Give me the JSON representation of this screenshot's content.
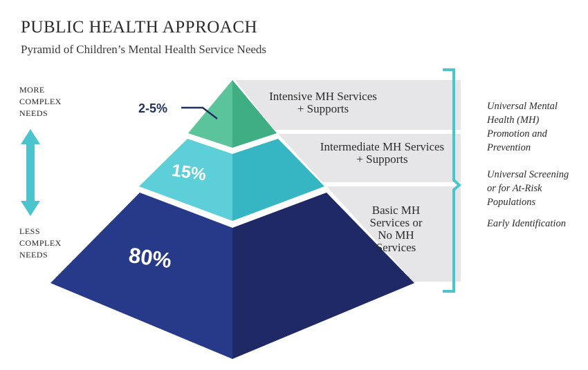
{
  "title": "PUBLIC HEALTH APPROACH",
  "subtitle": "Pyramid of Children’s Mental Health Service Needs",
  "axis": {
    "top_label": [
      "MORE",
      "COMPLEX",
      "NEEDS"
    ],
    "bottom_label": [
      "LESS",
      "COMPLEX",
      "NEEDS"
    ]
  },
  "tiers": [
    {
      "percent": "2-5%",
      "label_lines": [
        "Intensive MH Services",
        "+ Supports"
      ],
      "color": "#4fb88d"
    },
    {
      "percent": "15%",
      "label_lines": [
        "Intermediate MH Services",
        "+ Supports"
      ],
      "color": "#3fc3cf"
    },
    {
      "percent": "80%",
      "label_lines": [
        "Basic MH",
        "Services or",
        "No MH",
        "Services"
      ],
      "color": "#273a8a"
    }
  ],
  "universal": [
    [
      "Universal Mental",
      "Health (MH)",
      "Promotion and",
      "Prevention"
    ],
    [
      "Universal Screening",
      "or for At-Risk",
      "Populations"
    ],
    [
      "Early Identification"
    ]
  ],
  "colors": {
    "arrow": "#4cc4cd",
    "bracket": "#4cc4cd",
    "panel": "#e6e6e8",
    "callout_line": "#1f2f5c"
  }
}
